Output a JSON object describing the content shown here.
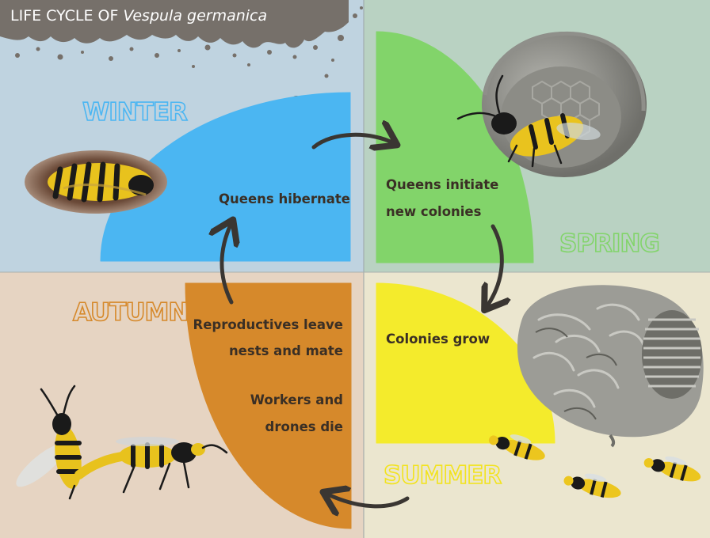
{
  "title": {
    "prefix": "LIFE CYCLE OF ",
    "species": "Vespula germanica"
  },
  "seasons": {
    "winter": "WINTER",
    "spring": "SPRING",
    "summer": "SUMMER",
    "autumn": "AUTUMN"
  },
  "stages": {
    "hibernate": "Queens hibernate",
    "initiate_1": "Queens initiate",
    "initiate_2": "new colonies",
    "grow": "Colonies grow",
    "reproductives_1": "Reproductives leave",
    "reproductives_2": "nests and mate",
    "die_1": "Workers and",
    "die_2": "drones die"
  },
  "colors": {
    "winter_bg": "#bfd3e0",
    "spring_bg": "#b9d2c2",
    "summer_bg": "#ebe6cf",
    "autumn_bg": "#e6d4c2",
    "winter_accent": "#4bb6f2",
    "spring_accent": "#82d46a",
    "summer_accent": "#f4eb2c",
    "autumn_accent": "#d6892b",
    "arrow": "#3a3632",
    "title_bar": "#76706a"
  },
  "icons": [
    "hibernating-queen-wasp-illustration",
    "queen-wasp-on-nest-illustration",
    "paper-wasp-nest-illustration",
    "worker-wasp-illustration",
    "mating-wasps-illustration"
  ]
}
